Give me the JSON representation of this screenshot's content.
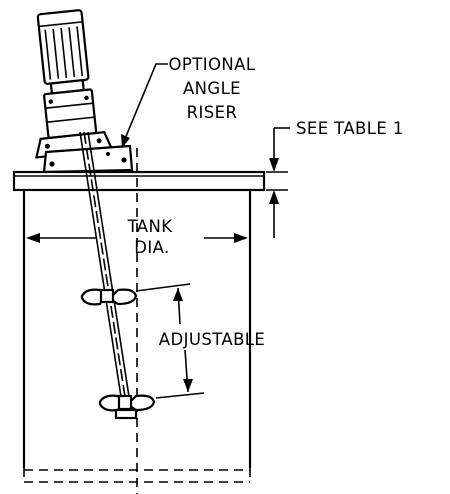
{
  "labels": {
    "riser_line1": "OPTIONAL",
    "riser_line2": "ANGLE",
    "riser_line3": "RISER",
    "see_table": "SEE TABLE 1",
    "tank_line1": "TANK",
    "tank_line2": "DIA.",
    "adjustable": "ADJUSTABLE"
  },
  "colors": {
    "ink": "#000000",
    "paper": "#ffffff"
  }
}
